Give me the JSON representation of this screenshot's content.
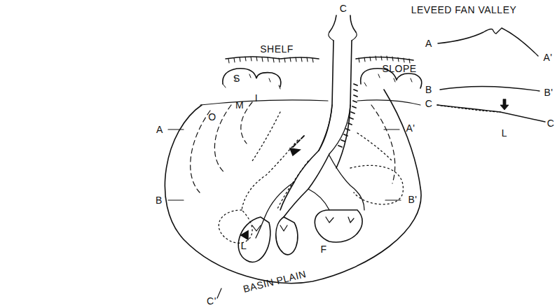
{
  "diagram": {
    "labels": [
      "C",
      "SHELF",
      "SLOPE",
      "S",
      "I",
      "M",
      "O",
      "A",
      "A'",
      "B",
      "B'",
      "L",
      "F",
      "BASIN PLAIN",
      "C'",
      "LEVEED FAN VALLEY",
      "A",
      "A'",
      "B",
      "B'",
      "C",
      "L",
      "C"
    ]
  }
}
